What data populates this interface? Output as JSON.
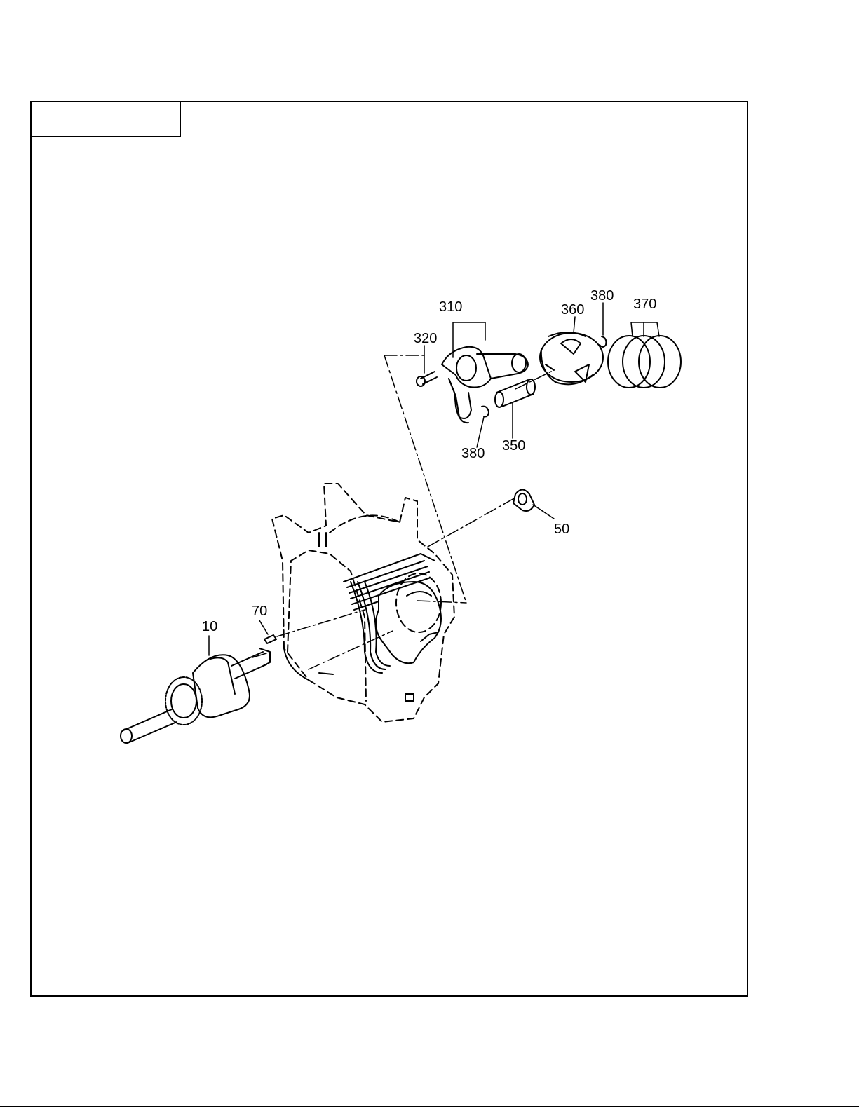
{
  "diagram": {
    "title_box_text": "",
    "callouts": {
      "c10": "10",
      "c50": "50",
      "c70": "70",
      "c310": "310",
      "c320": "320",
      "c350": "350",
      "c360": "360",
      "c370": "370",
      "c380a": "380",
      "c380b": "380"
    }
  },
  "colors": {
    "line": "#000000",
    "background": "#ffffff"
  }
}
